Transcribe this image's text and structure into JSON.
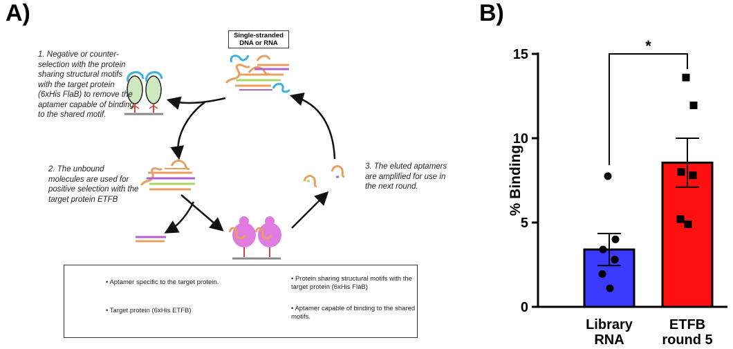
{
  "panel_a": {
    "label": "A)",
    "header_box": "Single-stranded DNA or RNA",
    "steps": [
      "1. Negative or counter-selection with the protein sharing structural motifs with the target protein (6xHis FlaB) to remove the aptamer capable of binding to the shared motif.",
      "2. The unbound molecules are used for positive selection with the target protein ETFB",
      "3. The eluted aptamers are amplified for use in the next round."
    ],
    "legend": [
      "• Aptamer specific to the target protein.",
      "• Target protein (6xHis ETFB)",
      "• Protein sharing structural motifs with the target protein (6xHis FlaB)",
      "• Aptamer capable of binding to the shared motifs."
    ],
    "colors": {
      "aptamer_specific": "#e8a060",
      "target_protein": "#e07be0",
      "shared_protein": "#cfe8c0",
      "aptamer_shared": "#3bb0e0",
      "strand_end_green": "#a8d860",
      "strand_end_purple": "#b060d0",
      "linker_red": "#e04040"
    }
  },
  "panel_b": {
    "label": "B)",
    "chart_data": {
      "type": "bar",
      "categories": [
        "Library\nRNA",
        "ETFB\nround 5"
      ],
      "category_lines": [
        [
          "Library",
          "RNA"
        ],
        [
          "ETFB",
          "round 5"
        ]
      ],
      "values": [
        3.4,
        8.55
      ],
      "errors": [
        0.95,
        1.45
      ],
      "points": [
        [
          7.75,
          4.0,
          3.4,
          2.8,
          1.95,
          1.1
        ],
        [
          13.6,
          11.95,
          8.0,
          7.8,
          5.2,
          4.9
        ]
      ],
      "point_markers": [
        "circle",
        "square"
      ],
      "colors": [
        "#3b3bff",
        "#ff1010"
      ],
      "ylabel": "% Binding",
      "yticks": [
        0,
        5,
        10,
        15
      ],
      "ylim": [
        0,
        15
      ],
      "significance": "*"
    }
  }
}
